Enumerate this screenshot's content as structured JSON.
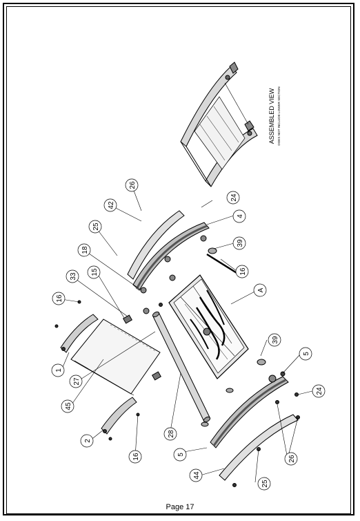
{
  "page": {
    "label": "Page 17"
  },
  "assembled_view": {
    "title": "ASSEMBLED VIEW",
    "note": "DOES NOT INCLUDE LOWER SECTION"
  },
  "part_labels": [
    "16",
    "33",
    "15",
    "1",
    "27",
    "45",
    "2",
    "16",
    "18",
    "25",
    "42",
    "26",
    "24",
    "4",
    "39",
    "16",
    "A",
    "28",
    "39",
    "5",
    "5",
    "24",
    "44",
    "25",
    "26"
  ],
  "colors": {
    "line": "#000000",
    "paper": "#ffffff",
    "shade": "#b8b8b8",
    "dark": "#555555"
  }
}
